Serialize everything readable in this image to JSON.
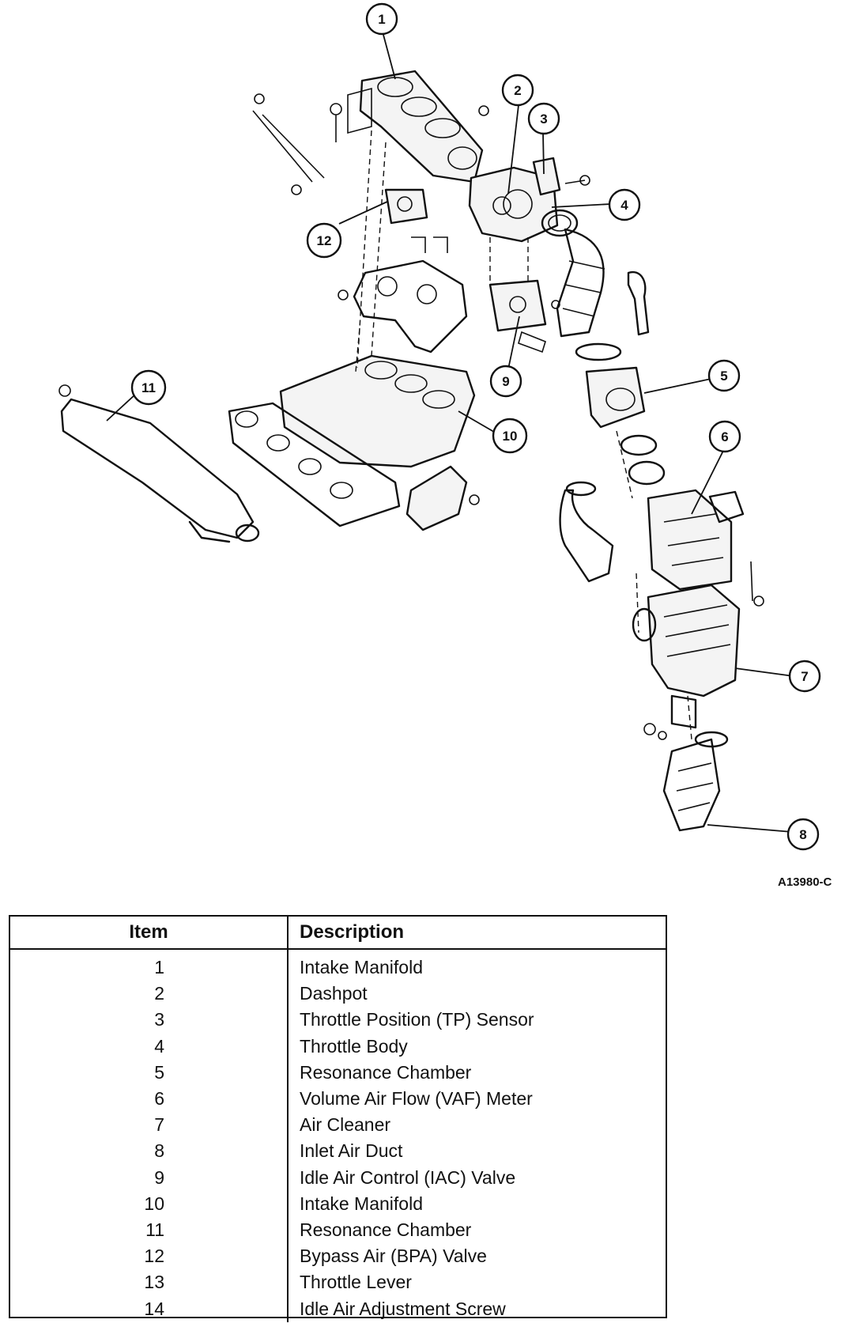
{
  "figure_code": "A13980-C",
  "callouts": [
    "1",
    "2",
    "3",
    "4",
    "5",
    "6",
    "7",
    "8",
    "9",
    "10",
    "11",
    "12"
  ],
  "legend": {
    "header_item": "Item",
    "header_description": "Description",
    "rows": [
      {
        "item": "1",
        "description": "Intake Manifold"
      },
      {
        "item": "2",
        "description": "Dashpot"
      },
      {
        "item": "3",
        "description": "Throttle Position (TP) Sensor"
      },
      {
        "item": "4",
        "description": "Throttle Body"
      },
      {
        "item": "5",
        "description": "Resonance Chamber"
      },
      {
        "item": "6",
        "description": "Volume Air Flow (VAF) Meter"
      },
      {
        "item": "7",
        "description": "Air Cleaner"
      },
      {
        "item": "8",
        "description": "Inlet Air Duct"
      },
      {
        "item": "9",
        "description": "Idle Air Control (IAC) Valve"
      },
      {
        "item": "10",
        "description": "Intake Manifold"
      },
      {
        "item": "11",
        "description": "Resonance Chamber"
      },
      {
        "item": "12",
        "description": "Bypass Air (BPA) Valve"
      },
      {
        "item": "13",
        "description": "Throttle Lever"
      },
      {
        "item": "14",
        "description": "Idle Air Adjustment Screw"
      }
    ]
  }
}
